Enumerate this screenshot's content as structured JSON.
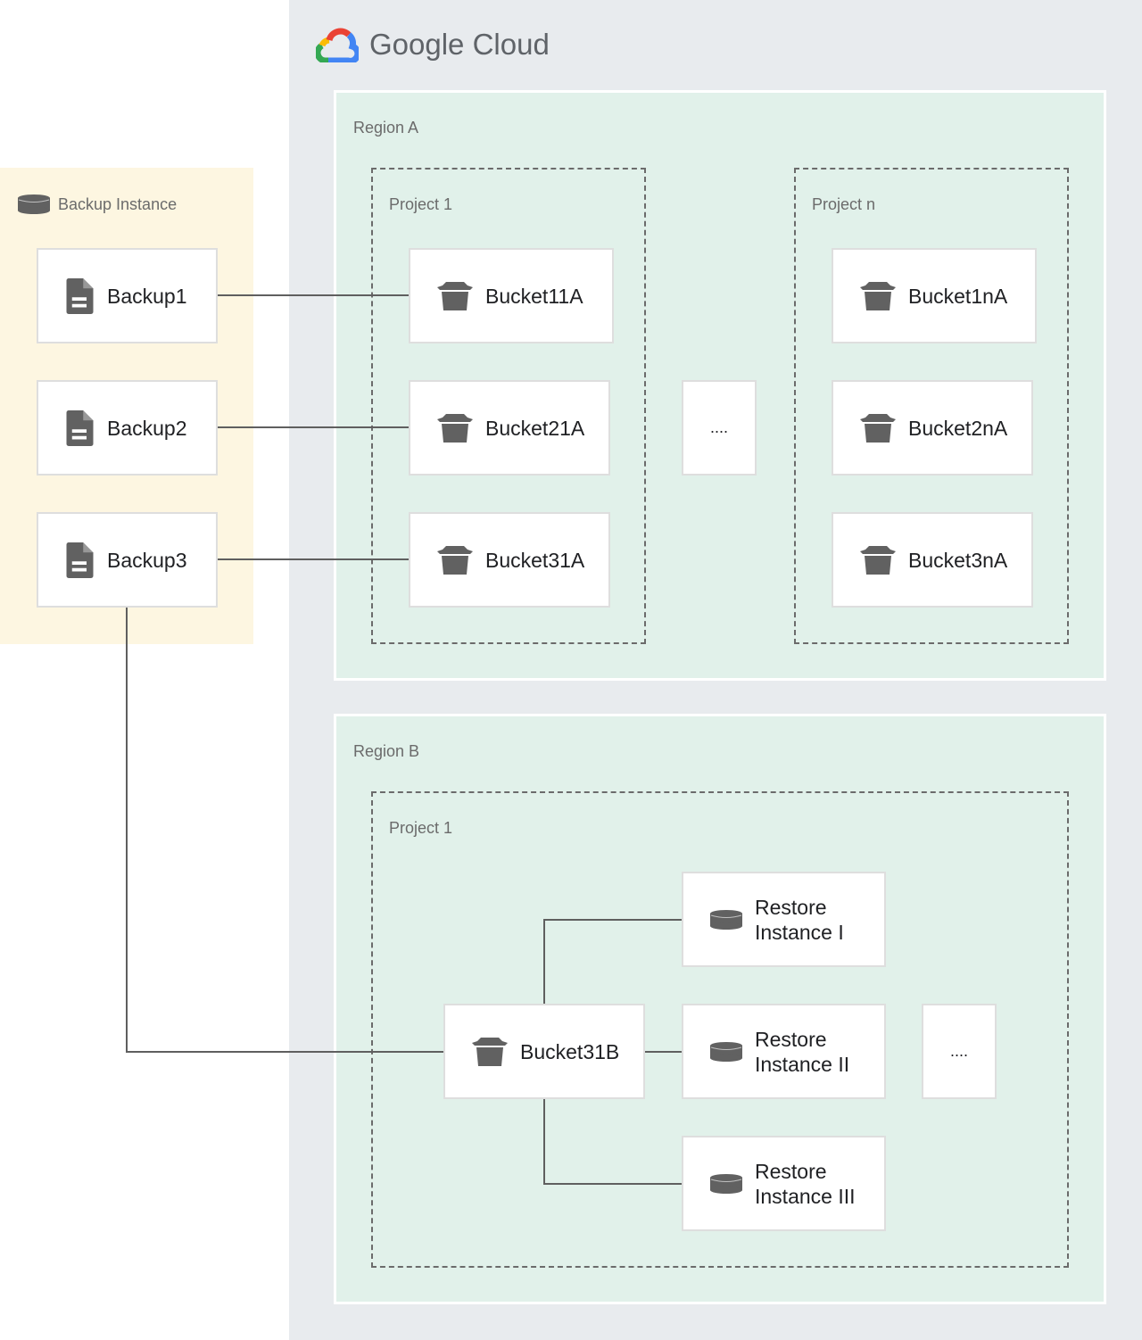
{
  "header": {
    "brand": "Google Cloud"
  },
  "backup_instance": {
    "label": "Backup Instance",
    "backups": [
      "Backup1",
      "Backup2",
      "Backup3"
    ]
  },
  "region_a": {
    "label": "Region A",
    "project_1": {
      "label": "Project 1",
      "buckets": [
        "Bucket11A",
        "Bucket21A",
        "Bucket31A"
      ]
    },
    "ellipsis": "....",
    "project_n": {
      "label": "Project n",
      "buckets": [
        "Bucket1nA",
        "Bucket2nA",
        "Bucket3nA"
      ]
    }
  },
  "region_b": {
    "label": "Region B",
    "project_1": {
      "label": "Project 1",
      "bucket": "Bucket31B",
      "restores": [
        [
          "Restore",
          "Instance I"
        ],
        [
          "Restore",
          "Instance II"
        ],
        [
          "Restore",
          "Instance III"
        ]
      ],
      "ellipsis": "...."
    }
  },
  "colors": {
    "gcp_bg": "#e8ebee",
    "backup_bg": "#fdf6e1",
    "region_bg": "#e1f1ea",
    "icon": "#616161"
  }
}
